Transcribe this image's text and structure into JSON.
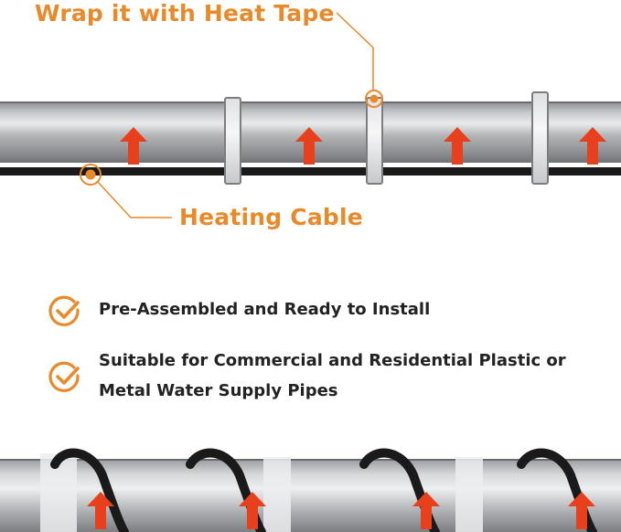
{
  "callouts": {
    "heat_tape": "Wrap it with Heat Tape",
    "heating_cable": "Heating Cable"
  },
  "features": [
    {
      "text": "Pre-Assembled and Ready to Install",
      "icon": "check-circle-icon"
    },
    {
      "text": "Suitable for Commercial and Residential Plastic or Metal Water Supply Pipes",
      "icon": "check-circle-icon"
    }
  ],
  "colors": {
    "accent": "#E8892A",
    "arrow": "#E8401C",
    "text": "#222222",
    "pipe": "#A8AAAD",
    "cable": "#1A1A1A"
  }
}
